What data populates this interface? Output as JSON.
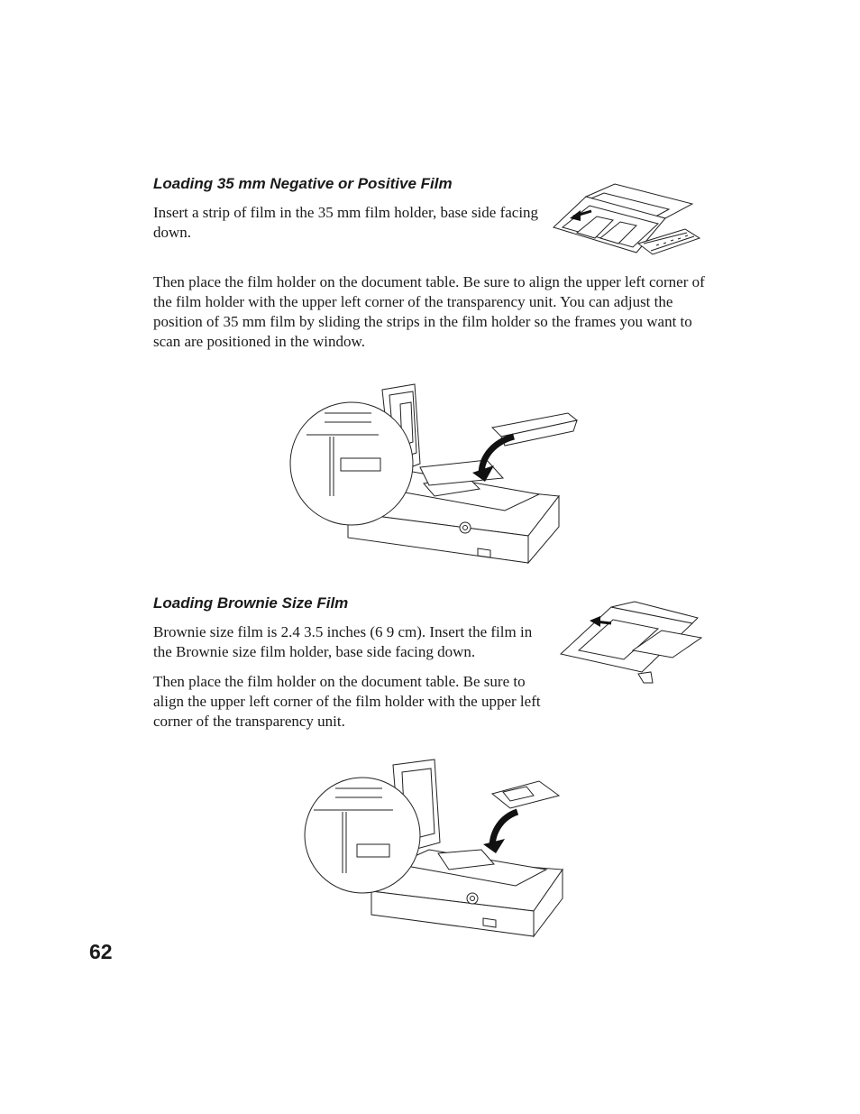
{
  "section1": {
    "heading": "Loading 35 mm Negative or Positive Film",
    "para1": "Insert a strip of film in the 35 mm film holder, base side facing down.",
    "para2": "Then place the film holder on the document table. Be sure to align the upper left corner of the film holder with the upper left corner of the transparency unit. You can adjust the position of 35 mm film by sliding the strips in the film holder so the frames you want to scan are positioned in the window."
  },
  "section2": {
    "heading": "Loading Brownie Size Film",
    "para1": "Brownie size film is 2.4    3.5 inches (6    9 cm). Insert the film in the Brownie size film holder, base side facing down.",
    "para2": "Then place the film holder on the document table. Be sure to align the upper left corner of the film holder with the upper left corner of the transparency unit."
  },
  "page_number": "62"
}
